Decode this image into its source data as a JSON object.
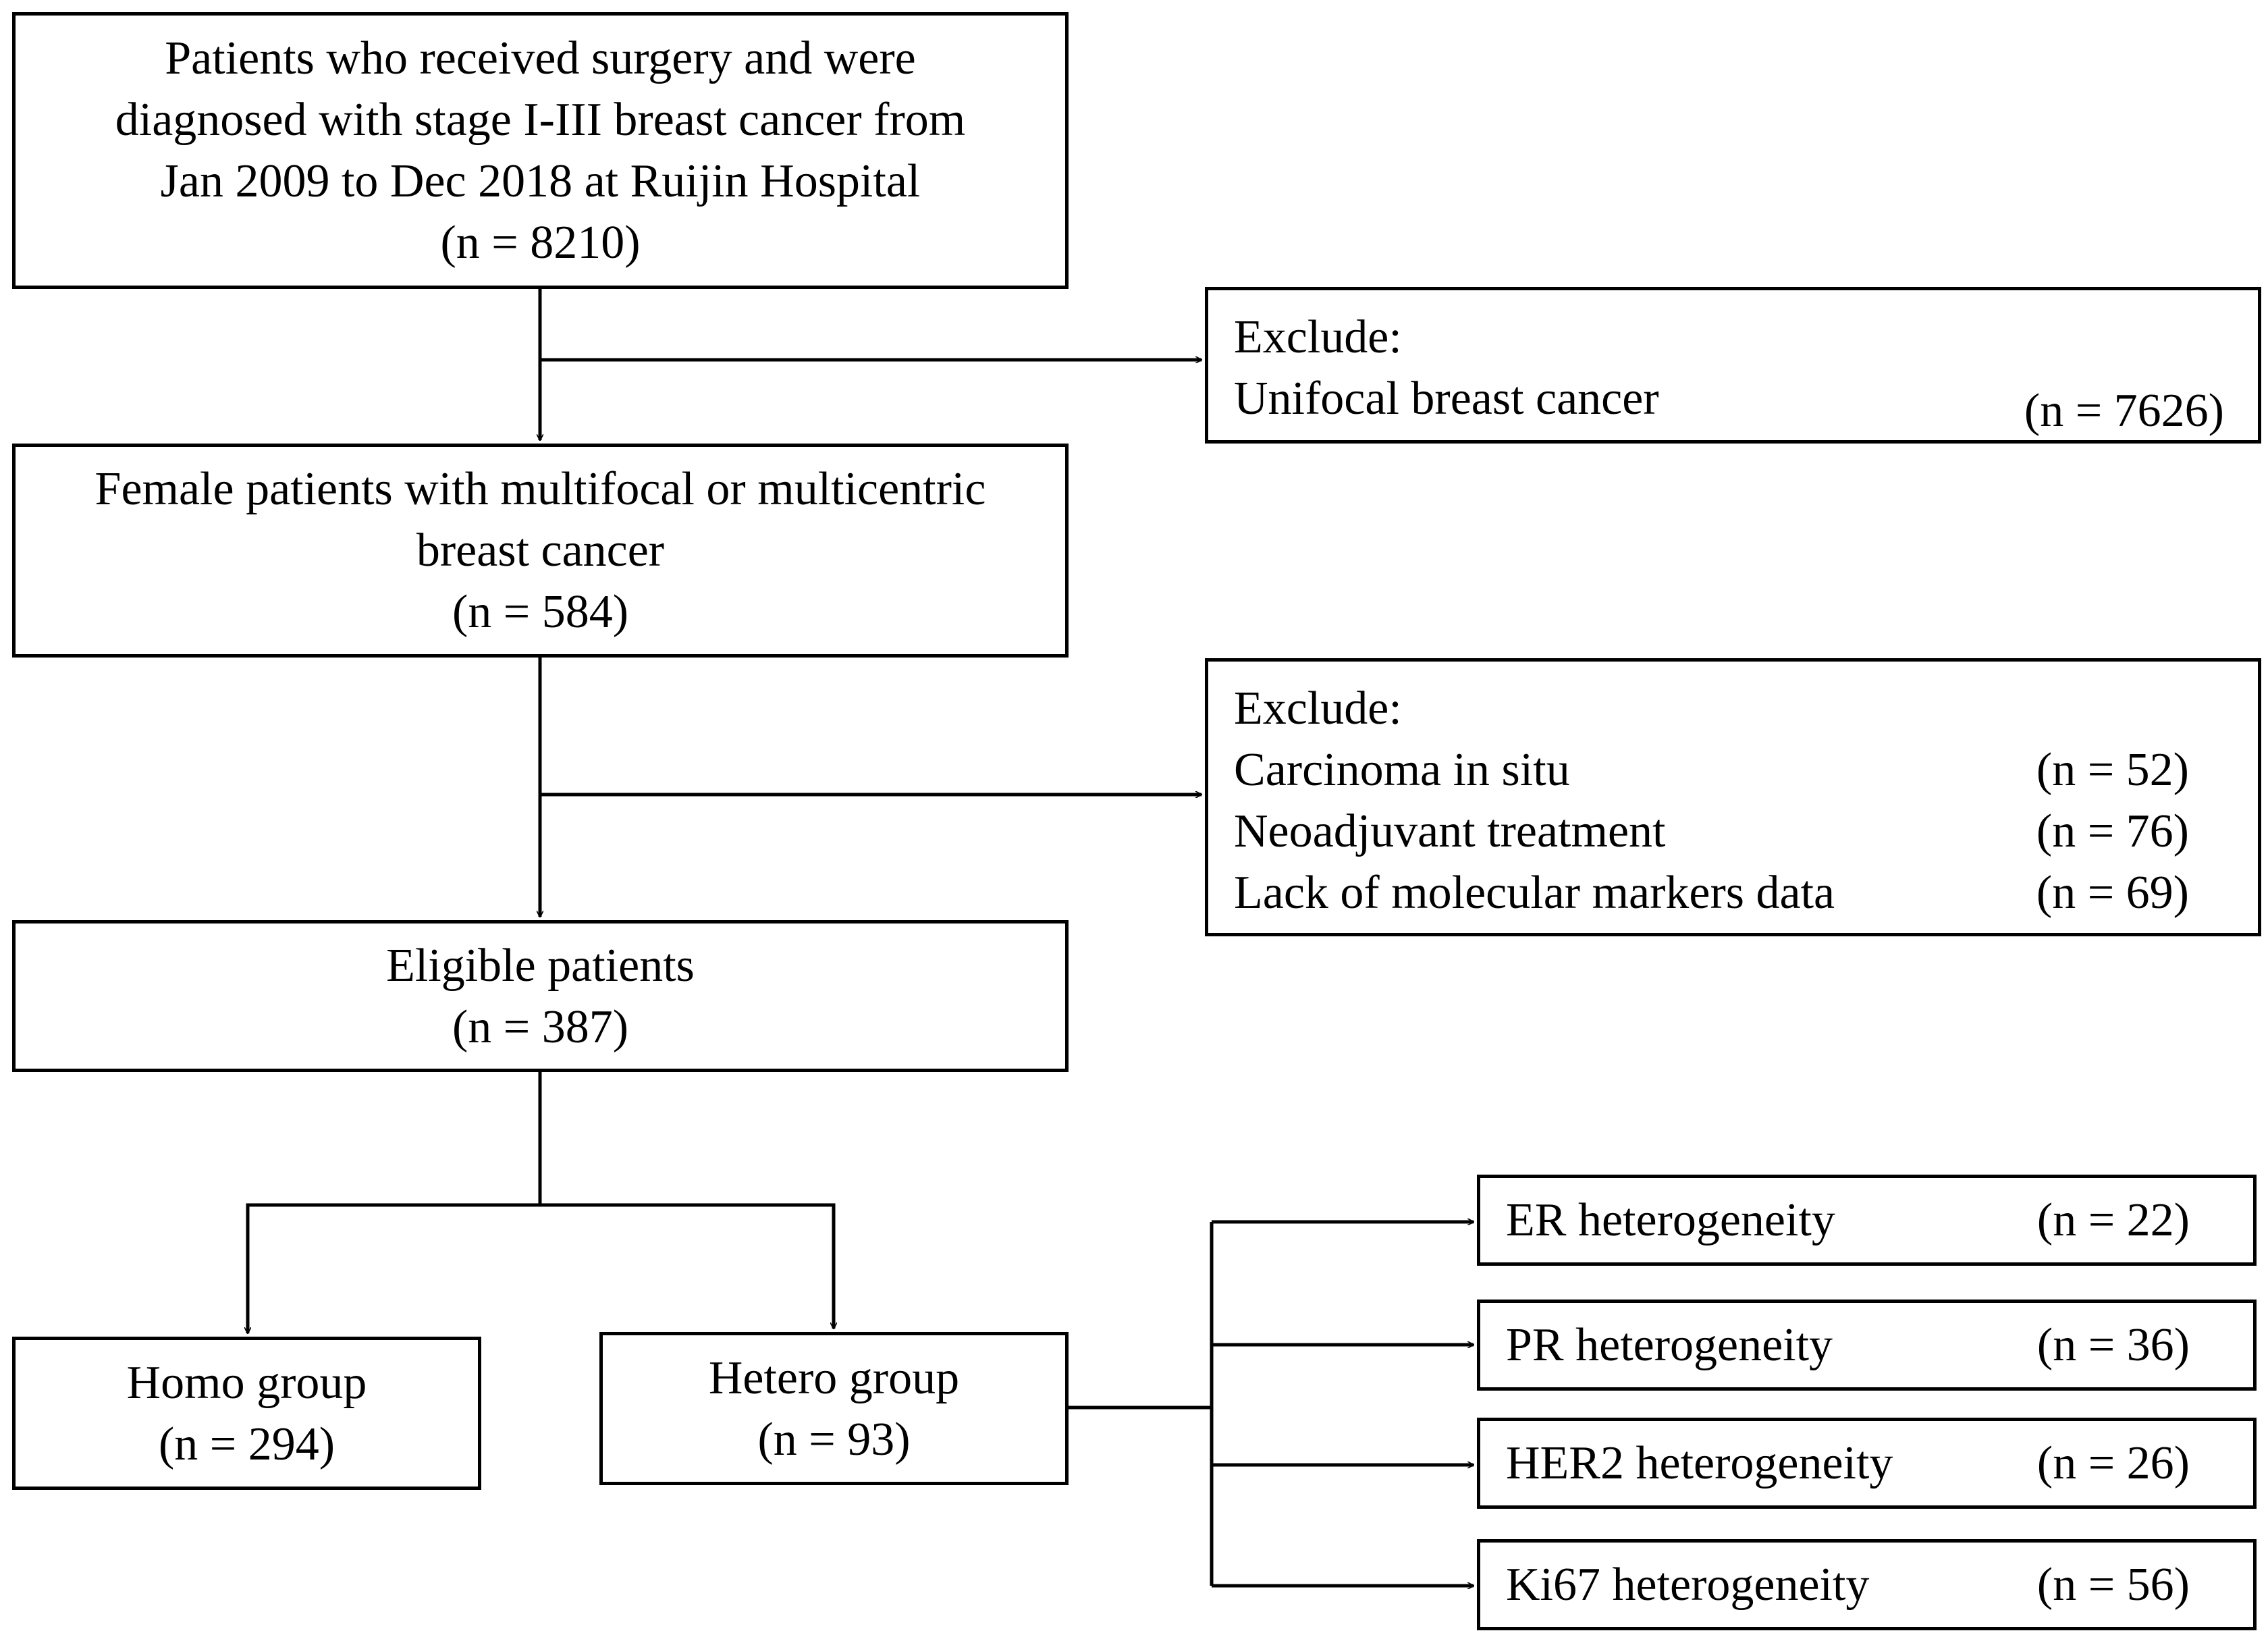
{
  "boxes": {
    "start": {
      "lines": [
        "Patients who received surgery and were",
        "diagnosed with stage I-III breast cancer from",
        "Jan 2009 to Dec 2018 at Ruijin Hospital"
      ],
      "n": "(n = 8210)"
    },
    "multifocal": {
      "lines": [
        "Female patients with multifocal or multicentric",
        "breast cancer"
      ],
      "n": "(n = 584)"
    },
    "eligible": {
      "line": "Eligible patients",
      "n": "(n = 387)"
    },
    "homo": {
      "line": "Homo group",
      "n": "(n = 294)"
    },
    "hetero": {
      "line": "Hetero group",
      "n": "(n = 93)"
    }
  },
  "exclusions": {
    "first": {
      "heading": "Exclude:",
      "items": [
        {
          "label": "Unifocal breast cancer",
          "n": "(n = 7626)"
        }
      ]
    },
    "second": {
      "heading": "Exclude:",
      "items": [
        {
          "label": "Carcinoma in situ",
          "n": "(n = 52)"
        },
        {
          "label": "Neoadjuvant treatment",
          "n": "(n = 76)"
        },
        {
          "label": "Lack of molecular markers data",
          "n": "(n = 69)"
        }
      ]
    }
  },
  "heterogeneity": [
    {
      "label": "ER heterogeneity",
      "n": "(n = 22)"
    },
    {
      "label": "PR heterogeneity",
      "n": "(n = 36)"
    },
    {
      "label": "HER2 heterogeneity",
      "n": "(n = 26)"
    },
    {
      "label": "Ki67 heterogeneity",
      "n": "(n = 56)"
    }
  ]
}
